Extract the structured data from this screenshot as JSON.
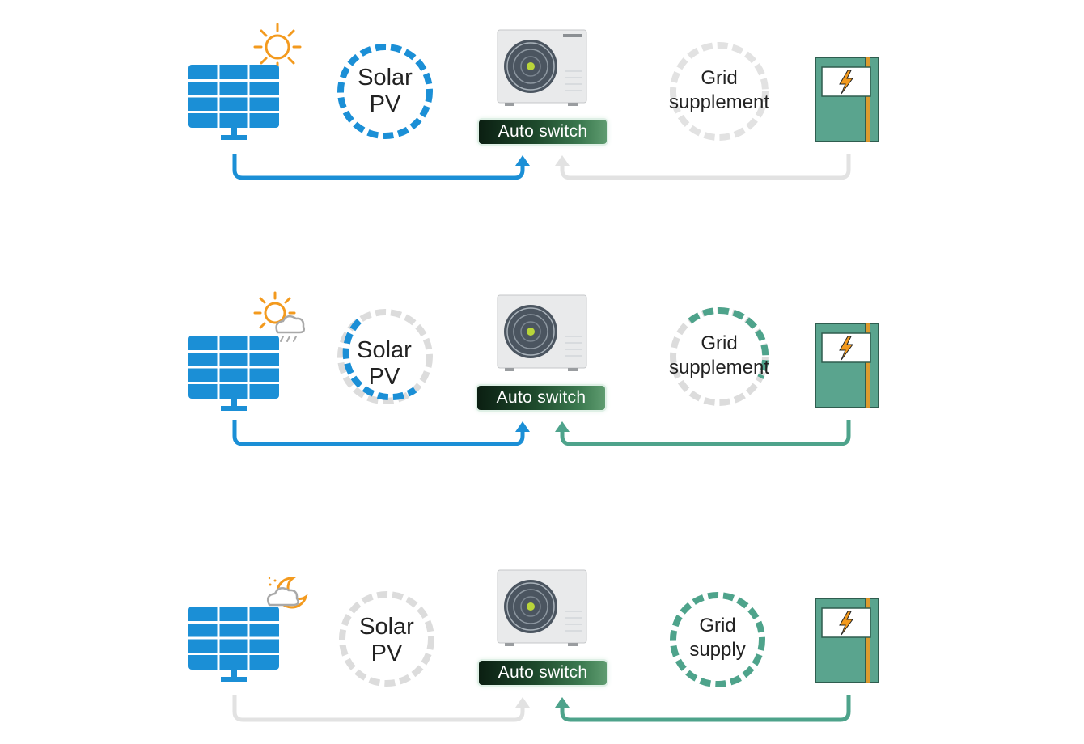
{
  "colors": {
    "solar_blue": "#1b8fd6",
    "grid_green": "#4ea38b",
    "inactive_gray": "#dcdcdc",
    "sun_orange": "#f39a1e",
    "cabinet_green": "#5aa48e"
  },
  "rows": [
    {
      "condition": "sunny",
      "weather_icon": "sun-icon",
      "solar": {
        "line1": "Solar",
        "line2": "PV",
        "active": true,
        "fill": 1.0
      },
      "switch_label": "Auto switch",
      "grid": {
        "line1": "Grid",
        "line2": "supplement",
        "active": false,
        "fill": 0.0
      },
      "solar_flow_active": true,
      "grid_flow_active": false
    },
    {
      "condition": "partly cloudy with rain",
      "weather_icon": "sun-cloud-rain-icon",
      "solar": {
        "line1": "Solar",
        "line2": "PV",
        "active": true,
        "fill": 0.65
      },
      "switch_label": "Auto switch",
      "grid": {
        "line1": "Grid",
        "line2": "supplement",
        "active": true,
        "fill": 0.4
      },
      "solar_flow_active": true,
      "grid_flow_active": true
    },
    {
      "condition": "night",
      "weather_icon": "moon-cloud-icon",
      "solar": {
        "line1": "Solar",
        "line2": "PV",
        "active": false,
        "fill": 0.0
      },
      "switch_label": "Auto switch",
      "grid": {
        "line1": "Grid",
        "line2": "supply",
        "active": true,
        "fill": 1.0
      },
      "solar_flow_active": false,
      "grid_flow_active": true
    }
  ]
}
